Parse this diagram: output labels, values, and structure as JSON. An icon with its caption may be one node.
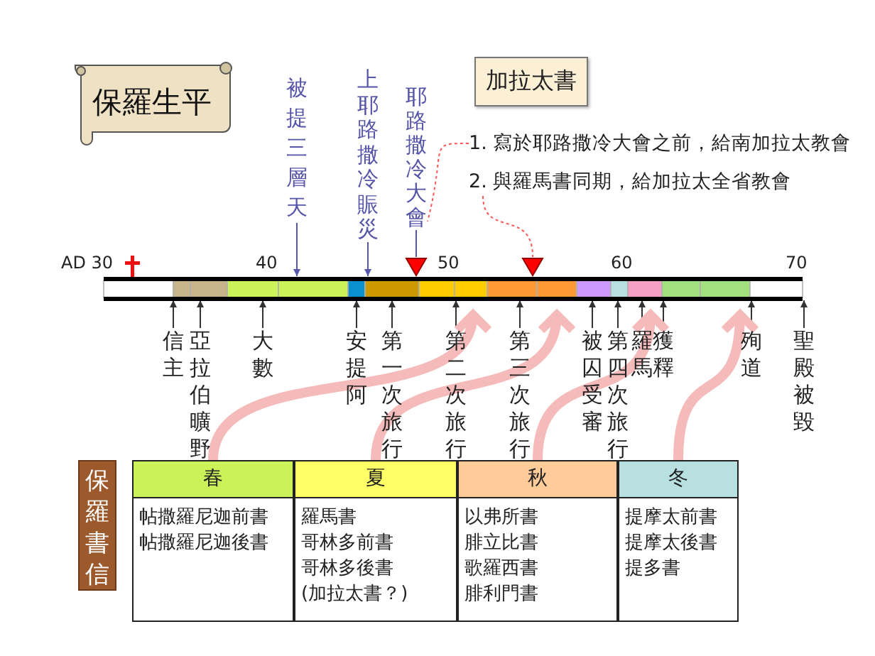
{
  "diagram": {
    "nodes": [
      {
        "text": [
          "保羅生平"
        ]
      },
      {
        "text": [
          "加拉太書"
        ]
      },
      {
        "text": [
          "1. 寫於耶路撒冷大會之前，給南加拉太教會"
        ]
      },
      {
        "text": [
          "2. 與羅馬書同期，給加拉太全省教會"
        ]
      },
      {
        "text": [
          "被提三層天"
        ]
      },
      {
        "text": [
          "上耶路撒冷賑災"
        ]
      },
      {
        "text": [
          "耶路撒冷大會"
        ]
      },
      {
        "text": [],
        "shape": "triangle"
      },
      {
        "text": [],
        "shape": "triangle"
      },
      {
        "text": [
          "信主"
        ]
      },
      {
        "text": [
          "亞拉伯曠野"
        ]
      },
      {
        "text": [
          "大數"
        ]
      },
      {
        "text": [
          "安提阿"
        ]
      },
      {
        "text": [
          "第一次旅行"
        ]
      },
      {
        "text": [
          "第二次旅行"
        ]
      },
      {
        "text": [
          "第三次旅行"
        ]
      },
      {
        "text": [
          "被囚受審"
        ]
      },
      {
        "text": [
          "第四次旅行"
        ]
      },
      {
        "text": [
          "羅馬"
        ]
      },
      {
        "text": [
          "獲釋"
        ]
      },
      {
        "text": [
          "殉道"
        ]
      },
      {
        "text": [
          "聖殿被毀"
        ]
      },
      {
        "text": [
          "保羅書信"
        ]
      },
      {
        "text": [
          "春",
          "帖撒羅尼迦前書",
          "帖撒羅尼迦後書"
        ]
      },
      {
        "text": [
          "夏",
          "羅馬書",
          "哥林多前書",
          "哥林多後書",
          "(加拉太書？)"
        ]
      },
      {
        "text": [
          "秋",
          "以弗所書",
          "腓立比書",
          "歌羅西書",
          "腓利門書"
        ]
      },
      {
        "text": [
          "冬",
          "提摩太前書",
          "提摩太後書",
          "提多書"
        ]
      },
      {
        "text": [],
        "shape": "bar"
      }
    ],
    "edges": [
      {
        "from": 2,
        "to": 6,
        "arrow": "none",
        "style": "dashed",
        "color": "#ff5555"
      },
      {
        "from": 3,
        "to": 8,
        "arrow": "none",
        "style": "dashed",
        "color": "#ff5555"
      },
      {
        "from": 4,
        "to": 27,
        "arrow": "to",
        "color": "#5555aa"
      },
      {
        "from": 5,
        "to": 27,
        "arrow": "to",
        "color": "#5555aa"
      },
      {
        "from": 6,
        "to": 7,
        "arrow": "none",
        "color": "#5555aa"
      },
      {
        "from": 9,
        "to": 27,
        "arrow": "to"
      },
      {
        "from": 10,
        "to": 27,
        "arrow": "to"
      },
      {
        "from": 11,
        "to": 27,
        "arrow": "to"
      },
      {
        "from": 12,
        "to": 27,
        "arrow": "to"
      },
      {
        "from": 13,
        "to": 27,
        "arrow": "to"
      },
      {
        "from": 14,
        "to": 27,
        "arrow": "to"
      },
      {
        "from": 15,
        "to": 27,
        "arrow": "to"
      },
      {
        "from": 16,
        "to": 27,
        "arrow": "to"
      },
      {
        "from": 17,
        "to": 27,
        "arrow": "to"
      },
      {
        "from": 18,
        "to": 27,
        "arrow": "to"
      },
      {
        "from": 19,
        "to": 27,
        "arrow": "to"
      },
      {
        "from": 20,
        "to": 27,
        "arrow": "to"
      },
      {
        "from": 21,
        "to": 27,
        "arrow": "to"
      },
      {
        "from": 23,
        "to": 27,
        "arrow": "to",
        "style": "thick",
        "color": "#f5baba"
      },
      {
        "from": 24,
        "to": 27,
        "arrow": "to",
        "style": "thick",
        "color": "#f5baba"
      },
      {
        "from": 25,
        "to": 27,
        "arrow": "to",
        "style": "thick",
        "color": "#f5baba"
      },
      {
        "from": 26,
        "to": 27,
        "arrow": "to",
        "style": "thick",
        "color": "#f5baba"
      }
    ],
    "labels": [
      "AD 30",
      "40",
      "50",
      "60",
      "70"
    ]
  }
}
